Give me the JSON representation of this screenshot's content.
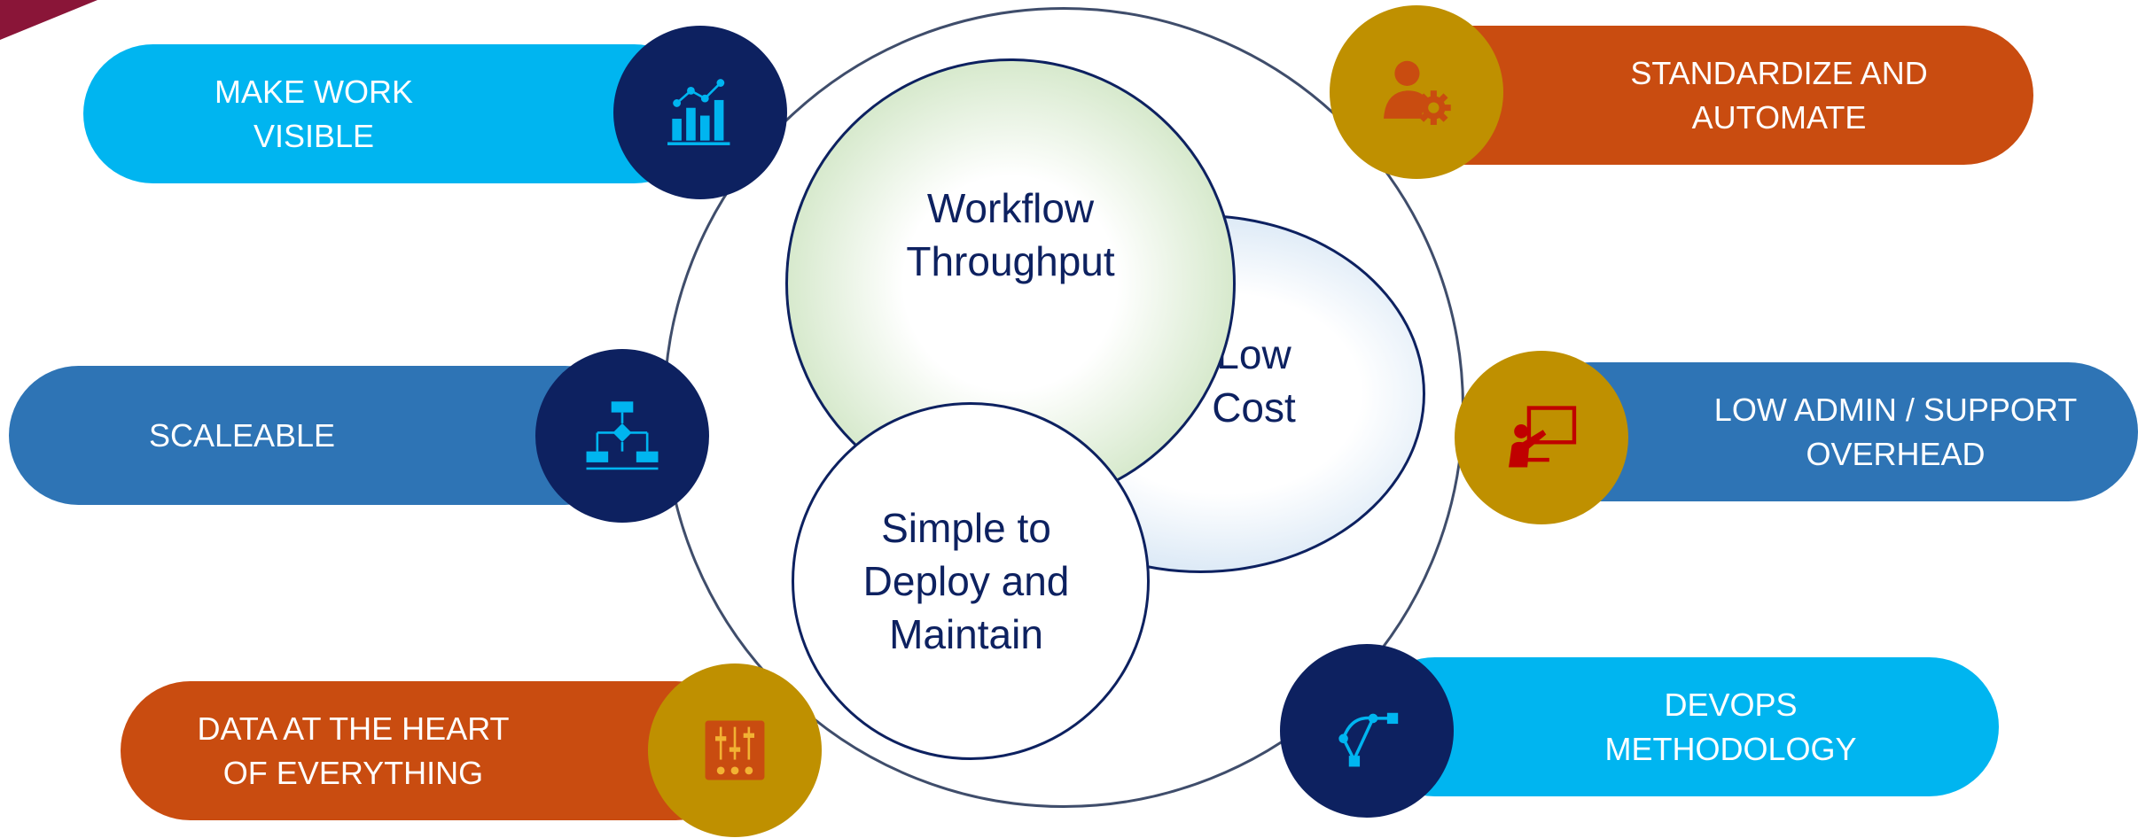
{
  "center": {
    "workflow": "Workflow\nThroughput",
    "cost": "Low\nCost",
    "simple": "Simple to\nDeploy and\nMaintain"
  },
  "pillars": {
    "make_work_visible": {
      "label": "MAKE WORK\nVISIBLE",
      "icon": "chart-icon"
    },
    "scaleable": {
      "label": "SCALEABLE",
      "icon": "org-chart-icon"
    },
    "data_heart": {
      "label": "DATA AT THE HEART\nOF EVERYTHING",
      "icon": "sliders-icon"
    },
    "standardize": {
      "label": "STANDARDIZE  AND\nAUTOMATE",
      "icon": "user-gear-icon"
    },
    "low_admin": {
      "label": "LOW ADMIN / SUPPORT\nOVERHEAD",
      "icon": "presenter-icon"
    },
    "devops": {
      "label": "DEVOPS\nMETHODOLOGY",
      "icon": "vector-path-icon"
    }
  },
  "colors": {
    "light_blue": "#00b5f0",
    "mid_blue": "#2e74b5",
    "orange": "#c94c10",
    "navy": "#0d2160",
    "gold": "#bf9000",
    "accent_red": "#c00000"
  }
}
